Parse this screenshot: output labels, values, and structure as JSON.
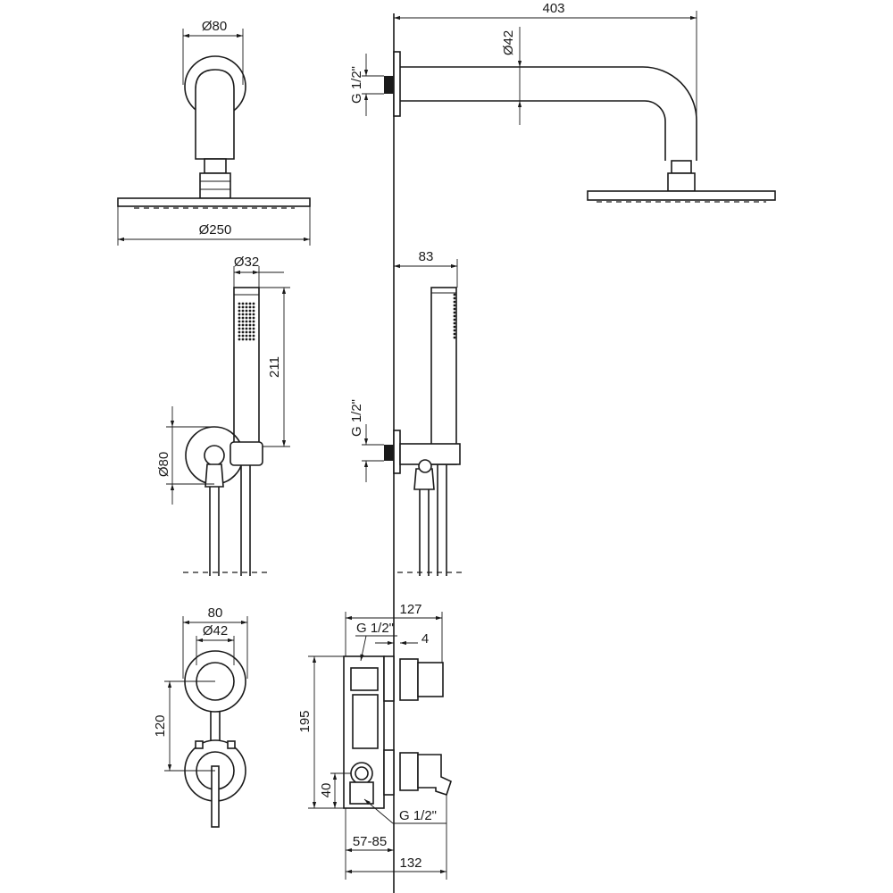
{
  "drawing": {
    "wall_shower": {
      "flange_diameter": "Ø80",
      "head_diameter": "Ø250",
      "arm_length": "403",
      "arm_diameter": "Ø42",
      "connection_thread": "G 1/2\""
    },
    "hand_shower": {
      "handle_diameter": "Ø32",
      "handle_length": "211",
      "holder_diameter": "Ø80",
      "projection": "83",
      "connection_thread": "G 1/2\""
    },
    "mixer": {
      "plate_width": "80",
      "knob_diameter": "Ø42",
      "axis_distance": "120",
      "projection_total": "127",
      "inlet_thread": "G 1/2\"",
      "plate_thickness": "4",
      "body_height": "195",
      "outlet_offset": "40",
      "outlet_thread": "G 1/2\"",
      "install_depth": "57-85",
      "overall_depth": "132"
    }
  }
}
